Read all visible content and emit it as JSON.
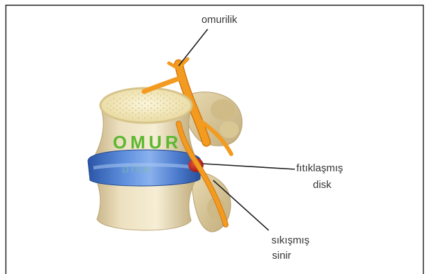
{
  "labels": {
    "spinal_cord": "omurilik",
    "herniated_disc": [
      "fıtıklaşmış",
      "disk"
    ],
    "compressed_nerve": [
      "sıkışmış",
      "sinir"
    ],
    "vertebra": "OMUR",
    "disc": "DİSK"
  },
  "colors": {
    "nerve": "#f29b20",
    "disc": "#3f6fc4",
    "bone": "#efe4c4",
    "herniation": "#c62828",
    "vertebra_label": "#5cb832",
    "label_text": "#363636"
  }
}
